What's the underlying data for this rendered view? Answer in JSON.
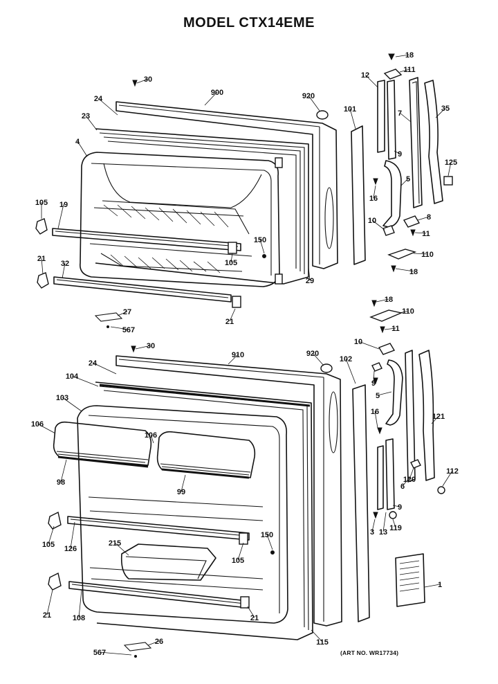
{
  "title": "MODEL CTX14EME",
  "art_number": "(ART NO. WR17734)",
  "parts": [
    {
      "id": "18a",
      "label": "18"
    },
    {
      "id": "111",
      "label": "111"
    },
    {
      "id": "12",
      "label": "12"
    },
    {
      "id": "30a",
      "label": "30"
    },
    {
      "id": "900",
      "label": "900"
    },
    {
      "id": "920a",
      "label": "920"
    },
    {
      "id": "101",
      "label": "101"
    },
    {
      "id": "7",
      "label": "7"
    },
    {
      "id": "35",
      "label": "35"
    },
    {
      "id": "24a",
      "label": "24"
    },
    {
      "id": "23",
      "label": "23"
    },
    {
      "id": "9a",
      "label": "9"
    },
    {
      "id": "4",
      "label": "4"
    },
    {
      "id": "125",
      "label": "125"
    },
    {
      "id": "5a",
      "label": "5"
    },
    {
      "id": "16a",
      "label": "16"
    },
    {
      "id": "105a",
      "label": "105"
    },
    {
      "id": "19",
      "label": "19"
    },
    {
      "id": "8",
      "label": "8"
    },
    {
      "id": "10a",
      "label": "10"
    },
    {
      "id": "11a",
      "label": "11"
    },
    {
      "id": "150a",
      "label": "150"
    },
    {
      "id": "105b",
      "label": "105"
    },
    {
      "id": "110a",
      "label": "110"
    },
    {
      "id": "21a",
      "label": "21"
    },
    {
      "id": "32",
      "label": "32"
    },
    {
      "id": "29",
      "label": "29"
    },
    {
      "id": "18b",
      "label": "18"
    },
    {
      "id": "27",
      "label": "27"
    },
    {
      "id": "18c",
      "label": "18"
    },
    {
      "id": "21b",
      "label": "21"
    },
    {
      "id": "110b",
      "label": "110"
    },
    {
      "id": "567a",
      "label": "567"
    },
    {
      "id": "11b",
      "label": "11"
    },
    {
      "id": "10b",
      "label": "10"
    },
    {
      "id": "30b",
      "label": "30"
    },
    {
      "id": "910",
      "label": "910"
    },
    {
      "id": "920b",
      "label": "920"
    },
    {
      "id": "102",
      "label": "102"
    },
    {
      "id": "24b",
      "label": "24"
    },
    {
      "id": "9b",
      "label": "9"
    },
    {
      "id": "104",
      "label": "104"
    },
    {
      "id": "103",
      "label": "103"
    },
    {
      "id": "5b",
      "label": "5"
    },
    {
      "id": "106a",
      "label": "106"
    },
    {
      "id": "106b",
      "label": "106"
    },
    {
      "id": "16b",
      "label": "16"
    },
    {
      "id": "121",
      "label": "121"
    },
    {
      "id": "98",
      "label": "98"
    },
    {
      "id": "99",
      "label": "99"
    },
    {
      "id": "112",
      "label": "112"
    },
    {
      "id": "120",
      "label": "120"
    },
    {
      "id": "6",
      "label": "6"
    },
    {
      "id": "9c",
      "label": "9"
    },
    {
      "id": "105c",
      "label": "105"
    },
    {
      "id": "126",
      "label": "126"
    },
    {
      "id": "150b",
      "label": "150"
    },
    {
      "id": "215",
      "label": "215"
    },
    {
      "id": "3",
      "label": "3"
    },
    {
      "id": "13",
      "label": "13"
    },
    {
      "id": "119",
      "label": "119"
    },
    {
      "id": "105d",
      "label": "105"
    },
    {
      "id": "1",
      "label": "1"
    },
    {
      "id": "21c",
      "label": "21"
    },
    {
      "id": "108",
      "label": "108"
    },
    {
      "id": "21d",
      "label": "21"
    },
    {
      "id": "115",
      "label": "115"
    },
    {
      "id": "26",
      "label": "26"
    },
    {
      "id": "567b",
      "label": "567"
    }
  ]
}
